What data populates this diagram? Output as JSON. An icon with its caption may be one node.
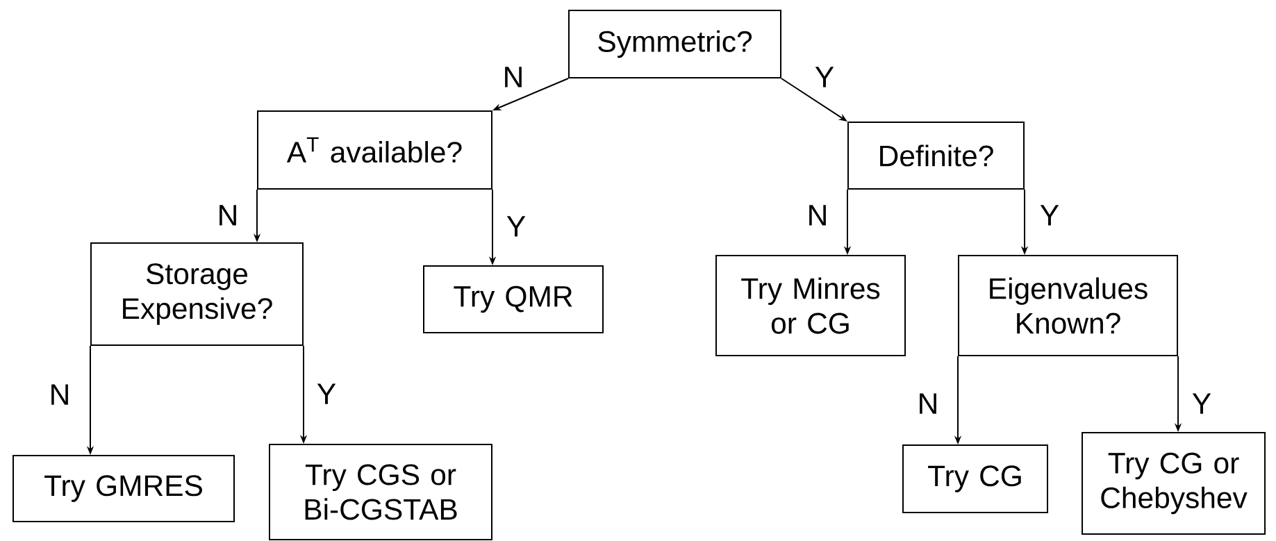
{
  "diagram": {
    "nodes": [
      {
        "text": [
          "Symmetric?"
        ]
      },
      {
        "text": [
          "A$^{T}$ available?"
        ]
      },
      {
        "text": [
          "Definite?"
        ]
      },
      {
        "text": [
          "Storage Expensive?"
        ]
      },
      {
        "text": [
          "Try QMR"
        ]
      },
      {
        "text": [
          "Try Minres or CG"
        ]
      },
      {
        "text": [
          "Eigenvalues Known?"
        ]
      },
      {
        "text": [
          "Try GMRES"
        ]
      },
      {
        "text": [
          "Try CGS or Bi-CGSTAB"
        ]
      },
      {
        "text": [
          "Try CG"
        ]
      },
      {
        "text": [
          "Try CG or Chebyshev"
        ]
      }
    ],
    "edges": [
      {
        "from": 0,
        "to": 1,
        "arrow": "to",
        "label": "N"
      },
      {
        "from": 0,
        "to": 2,
        "arrow": "to",
        "label": "Y"
      },
      {
        "from": 1,
        "to": 3,
        "arrow": "to",
        "label": "N"
      },
      {
        "from": 1,
        "to": 4,
        "arrow": "to",
        "label": "Y"
      },
      {
        "from": 2,
        "to": 5,
        "arrow": "to",
        "label": "N"
      },
      {
        "from": 2,
        "to": 6,
        "arrow": "to",
        "label": "Y"
      },
      {
        "from": 3,
        "to": 7,
        "arrow": "to",
        "label": "N"
      },
      {
        "from": 3,
        "to": 8,
        "arrow": "to",
        "label": "Y"
      },
      {
        "from": 6,
        "to": 9,
        "arrow": "to",
        "label": "N"
      },
      {
        "from": 6,
        "to": 10,
        "arrow": "to",
        "label": "Y"
      }
    ]
  }
}
